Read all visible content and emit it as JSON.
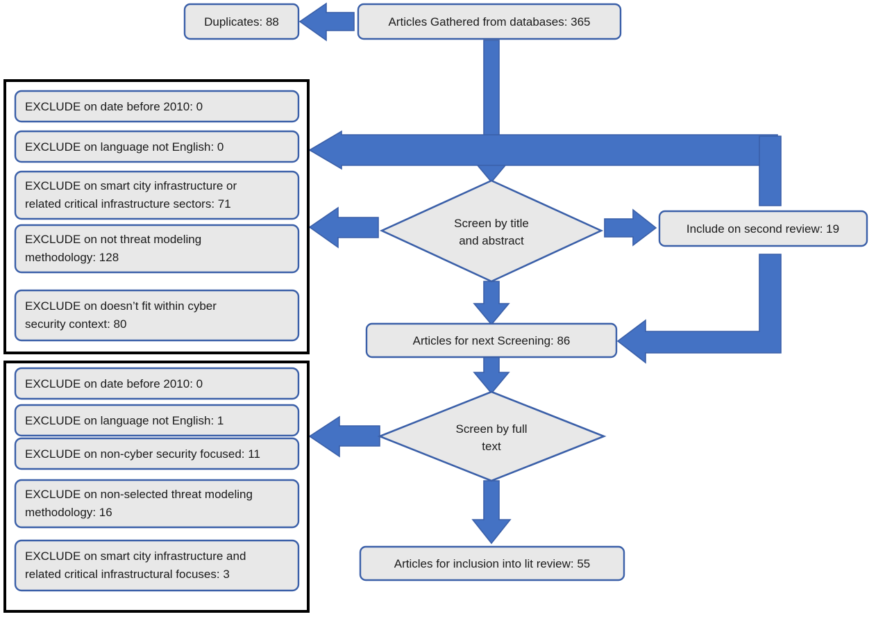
{
  "chart_data": {
    "type": "diagram",
    "title": "PRISMA literature screening flow",
    "nodes": [
      {
        "id": "gathered",
        "label": "Articles Gathered from databases: 365",
        "shape": "rounded-rect"
      },
      {
        "id": "duplicates",
        "label": "Duplicates: 88",
        "shape": "rounded-rect"
      },
      {
        "id": "screen_title",
        "label_line1": "Screen by title",
        "label_line2": "and abstract",
        "shape": "diamond"
      },
      {
        "id": "second_review",
        "label": "Include on second review: 19",
        "shape": "rounded-rect"
      },
      {
        "id": "next_screening",
        "label": "Articles for next Screening: 86",
        "shape": "rounded-rect"
      },
      {
        "id": "screen_full",
        "label_line1": "Screen by full",
        "label_line2": "text",
        "shape": "diamond"
      },
      {
        "id": "inclusion",
        "label": "Articles for inclusion into lit review: 55",
        "shape": "rounded-rect"
      }
    ],
    "exclusion_group_1": [
      {
        "lines": [
          "EXCLUDE on date before 2010: 0"
        ],
        "count": 0
      },
      {
        "lines": [
          "EXCLUDE on language not English: 0"
        ],
        "count": 0
      },
      {
        "lines": [
          "EXCLUDE on smart city infrastructure or",
          "related critical infrastructure sectors: 71"
        ],
        "count": 71
      },
      {
        "lines": [
          "EXCLUDE on not threat modeling",
          "methodology: 128"
        ],
        "count": 128
      },
      {
        "lines": [
          "EXCLUDE on doesn’t fit within cyber",
          "security context: 80"
        ],
        "count": 80
      }
    ],
    "exclusion_group_2": [
      {
        "lines": [
          "EXCLUDE on date before 2010: 0"
        ],
        "count": 0
      },
      {
        "lines": [
          "EXCLUDE on language not English: 1"
        ],
        "count": 1
      },
      {
        "lines": [
          "EXCLUDE on non-cyber security focused: 11"
        ],
        "count": 11
      },
      {
        "lines": [
          "EXCLUDE on non-selected threat modeling",
          "methodology: 16"
        ],
        "count": 16
      },
      {
        "lines": [
          "EXCLUDE on smart city infrastructure and",
          "related critical infrastructural focuses: 3"
        ],
        "count": 3
      }
    ],
    "colors": {
      "arrow_fill": "#4472C4",
      "arrow_stroke": "#3A5FA8",
      "node_fill": "#E8E8E8",
      "node_stroke": "#3A5FA8",
      "frame_stroke": "#000000",
      "text": "#1a1a1a",
      "background": "#ffffff"
    }
  },
  "nodes": {
    "gathered": {
      "label": "Articles Gathered from databases: 365"
    },
    "duplicates": {
      "label": "Duplicates: 88"
    },
    "screen_title": {
      "line1": "Screen by title",
      "line2": "and abstract"
    },
    "second_review": {
      "label": "Include on second review: 19"
    },
    "next_screening": {
      "label": "Articles for next Screening: 86"
    },
    "screen_full": {
      "line1": "Screen by full",
      "line2": "text"
    },
    "inclusion": {
      "label": "Articles for inclusion into lit review: 55"
    }
  },
  "exclusions_1": {
    "e0": {
      "l0": "EXCLUDE on date before 2010: 0"
    },
    "e1": {
      "l0": "EXCLUDE on language not English: 0"
    },
    "e2": {
      "l0": "EXCLUDE on smart city infrastructure or",
      "l1": "related critical infrastructure sectors: 71"
    },
    "e3": {
      "l0": "EXCLUDE on not threat modeling",
      "l1": "methodology: 128"
    },
    "e4": {
      "l0": "EXCLUDE on doesn’t fit within cyber",
      "l1": "security context: 80"
    }
  },
  "exclusions_2": {
    "e0": {
      "l0": "EXCLUDE on date before 2010: 0"
    },
    "e1": {
      "l0": "EXCLUDE on language not English: 1"
    },
    "e2": {
      "l0": "EXCLUDE on non-cyber security focused: 11"
    },
    "e3": {
      "l0": "EXCLUDE on non-selected threat modeling",
      "l1": "methodology: 16"
    },
    "e4": {
      "l0": "EXCLUDE on smart city infrastructure and",
      "l1": "related critical infrastructural focuses: 3"
    }
  }
}
